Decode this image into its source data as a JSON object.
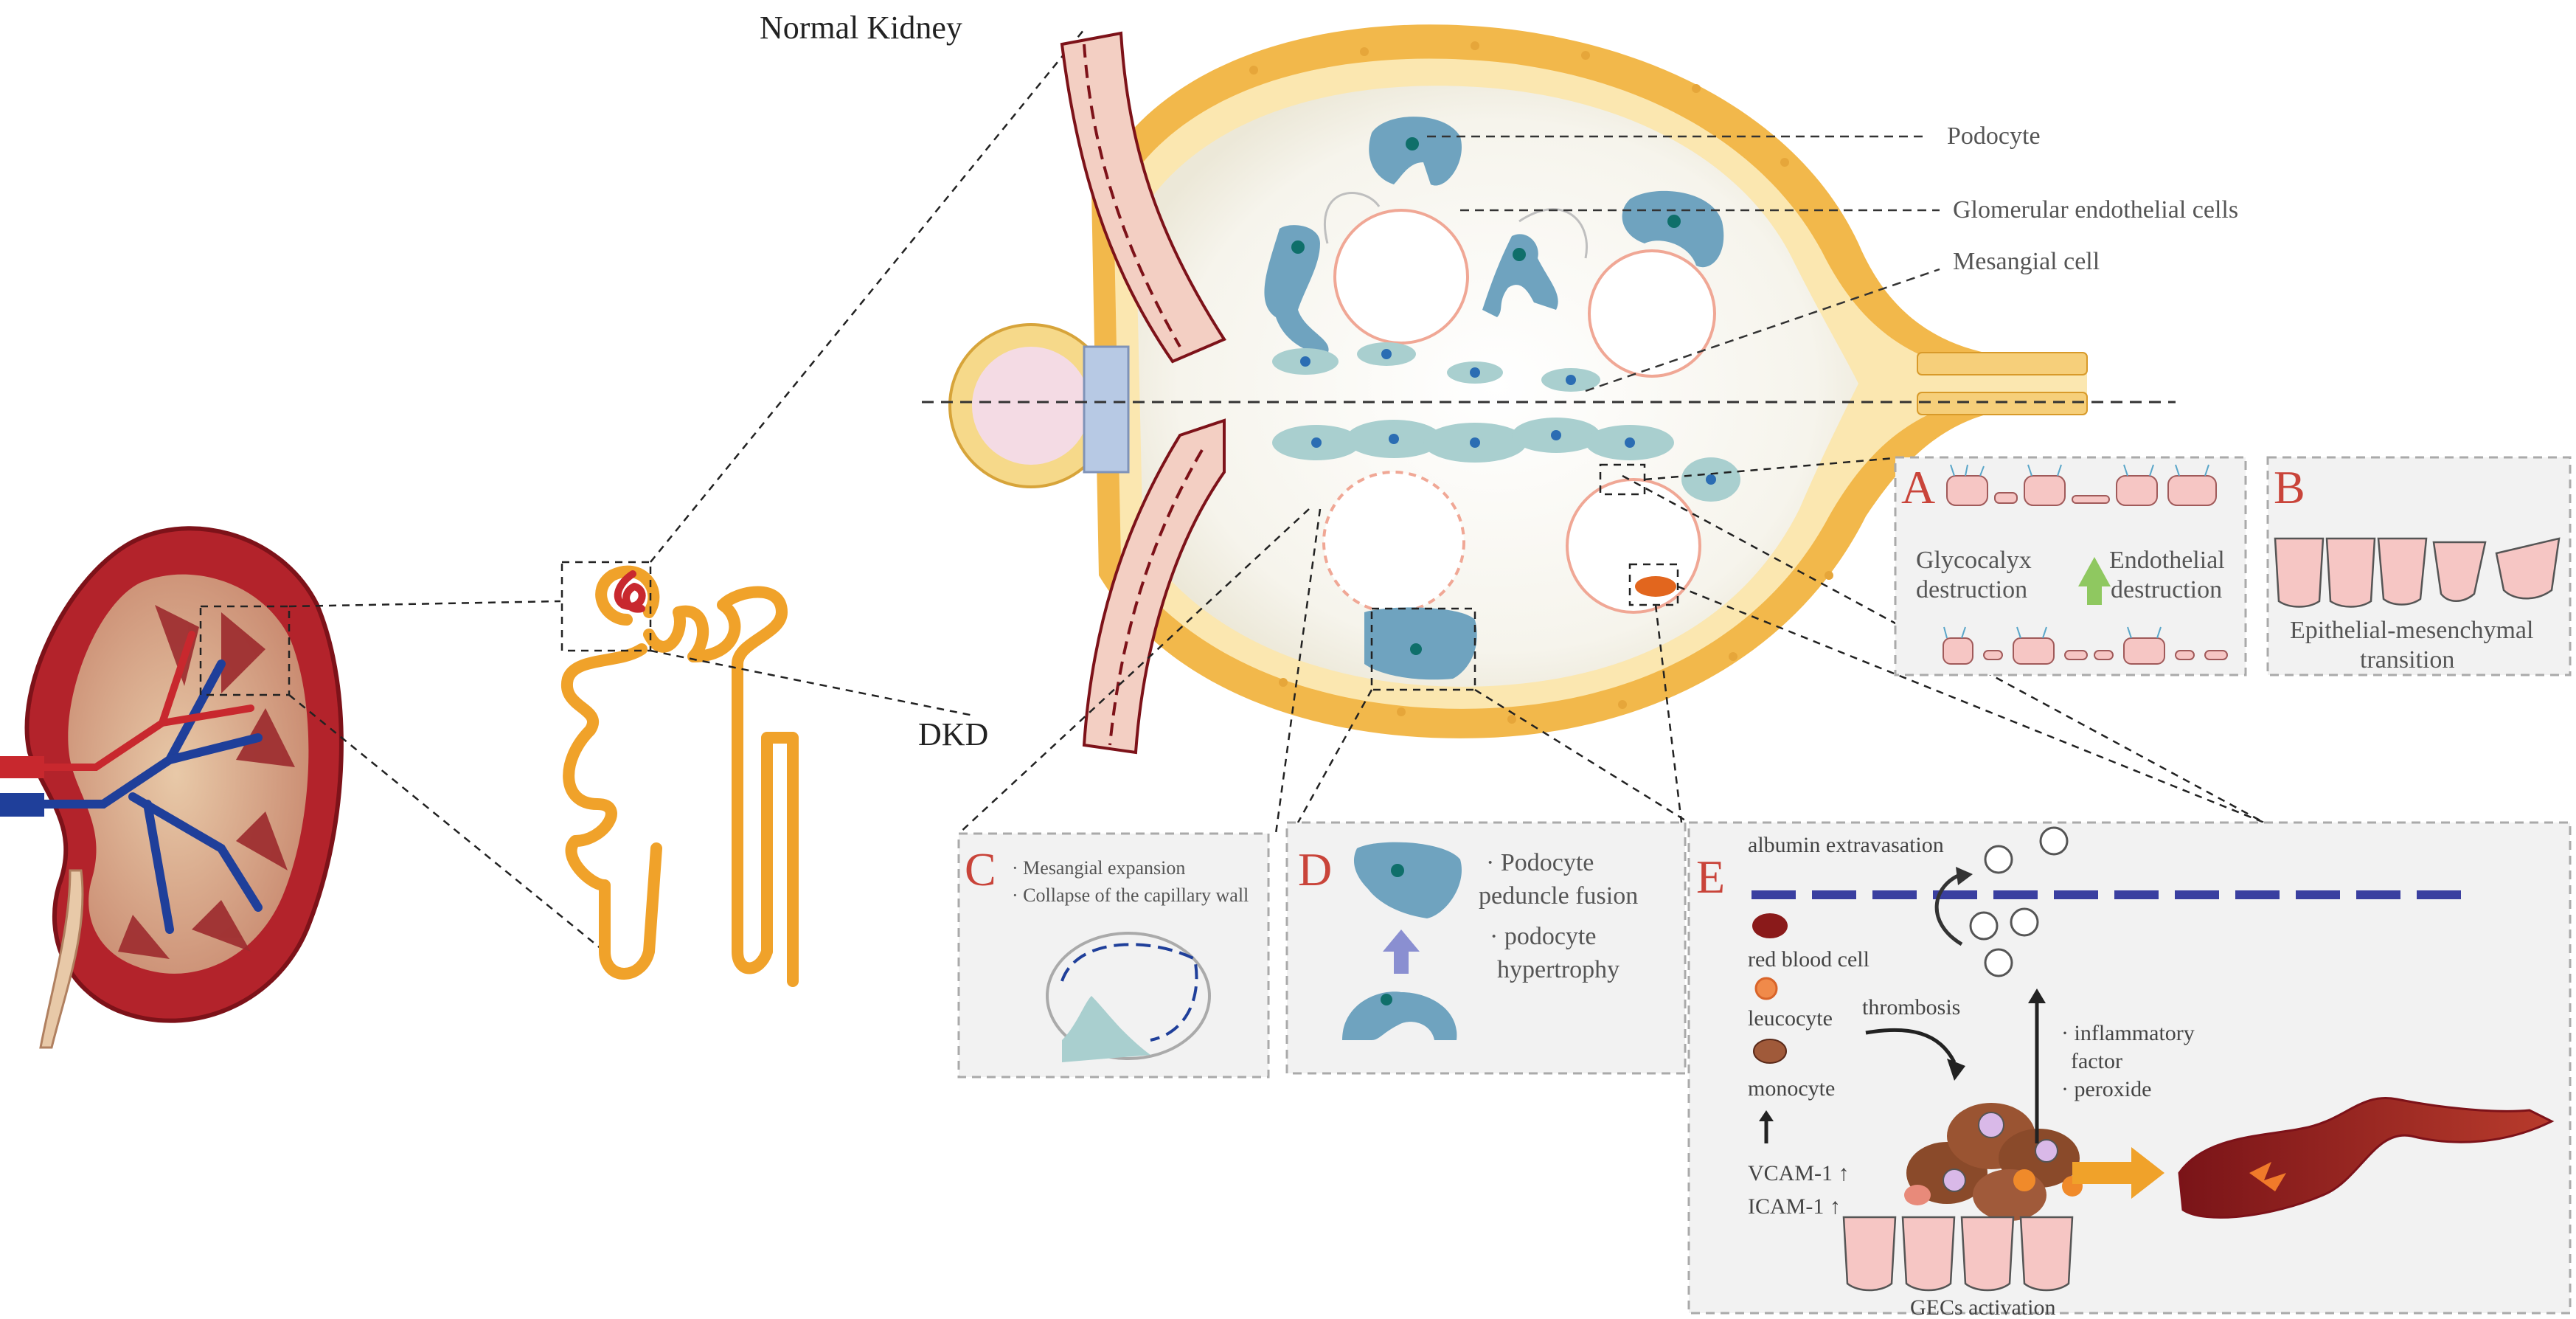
{
  "labels": {
    "normal_kidney": "Normal Kidney",
    "dkd": "DKD",
    "podocyte": "Podocyte",
    "glomerular_endothelial": "Glomerular endothelial cells",
    "mesangial_cell": "Mesangial cell"
  },
  "panels": {
    "A": {
      "letter": "A",
      "glycocalyx_1": "Glycocalyx",
      "glycocalyx_2": "destruction",
      "endothelial_1": "Endothelial",
      "endothelial_2": "destruction"
    },
    "B": {
      "letter": "B",
      "line1": "Epithelial-mesenchymal",
      "line2": "transition"
    },
    "C": {
      "letter": "C",
      "line1": "· Mesangial expansion",
      "line2": "· Collapse of the capillary wall"
    },
    "D": {
      "letter": "D",
      "line1": "· Podocyte",
      "line2": "peduncle fusion",
      "line3": "· podocyte",
      "line4": "hypertrophy"
    },
    "E": {
      "letter": "E",
      "albumin": "albumin extravasation",
      "rbc": "red blood cell",
      "leucocyte": "leucocyte",
      "thrombosis": "thrombosis",
      "monocyte": "monocyte",
      "vcam": "VCAM-1 ↑",
      "icam": "ICAM-1 ↑",
      "inflam1": "· inflammatory",
      "inflam2": "factor",
      "peroxide": "· peroxide",
      "gecs": "GECs activation"
    }
  },
  "colors": {
    "capsule": "#f2b84b",
    "capsule_light": "#fbe7b0",
    "tubule": "#f0a22a",
    "podocyte": "#6fa3bf",
    "mesangial": "#a9cfcf",
    "endothelial": "#f4b8a6",
    "kidney_red": "#b3232b",
    "vessel_blue": "#1f3f9a",
    "panel_bg": "#f2f2f2",
    "accent_red": "#c9443a"
  }
}
